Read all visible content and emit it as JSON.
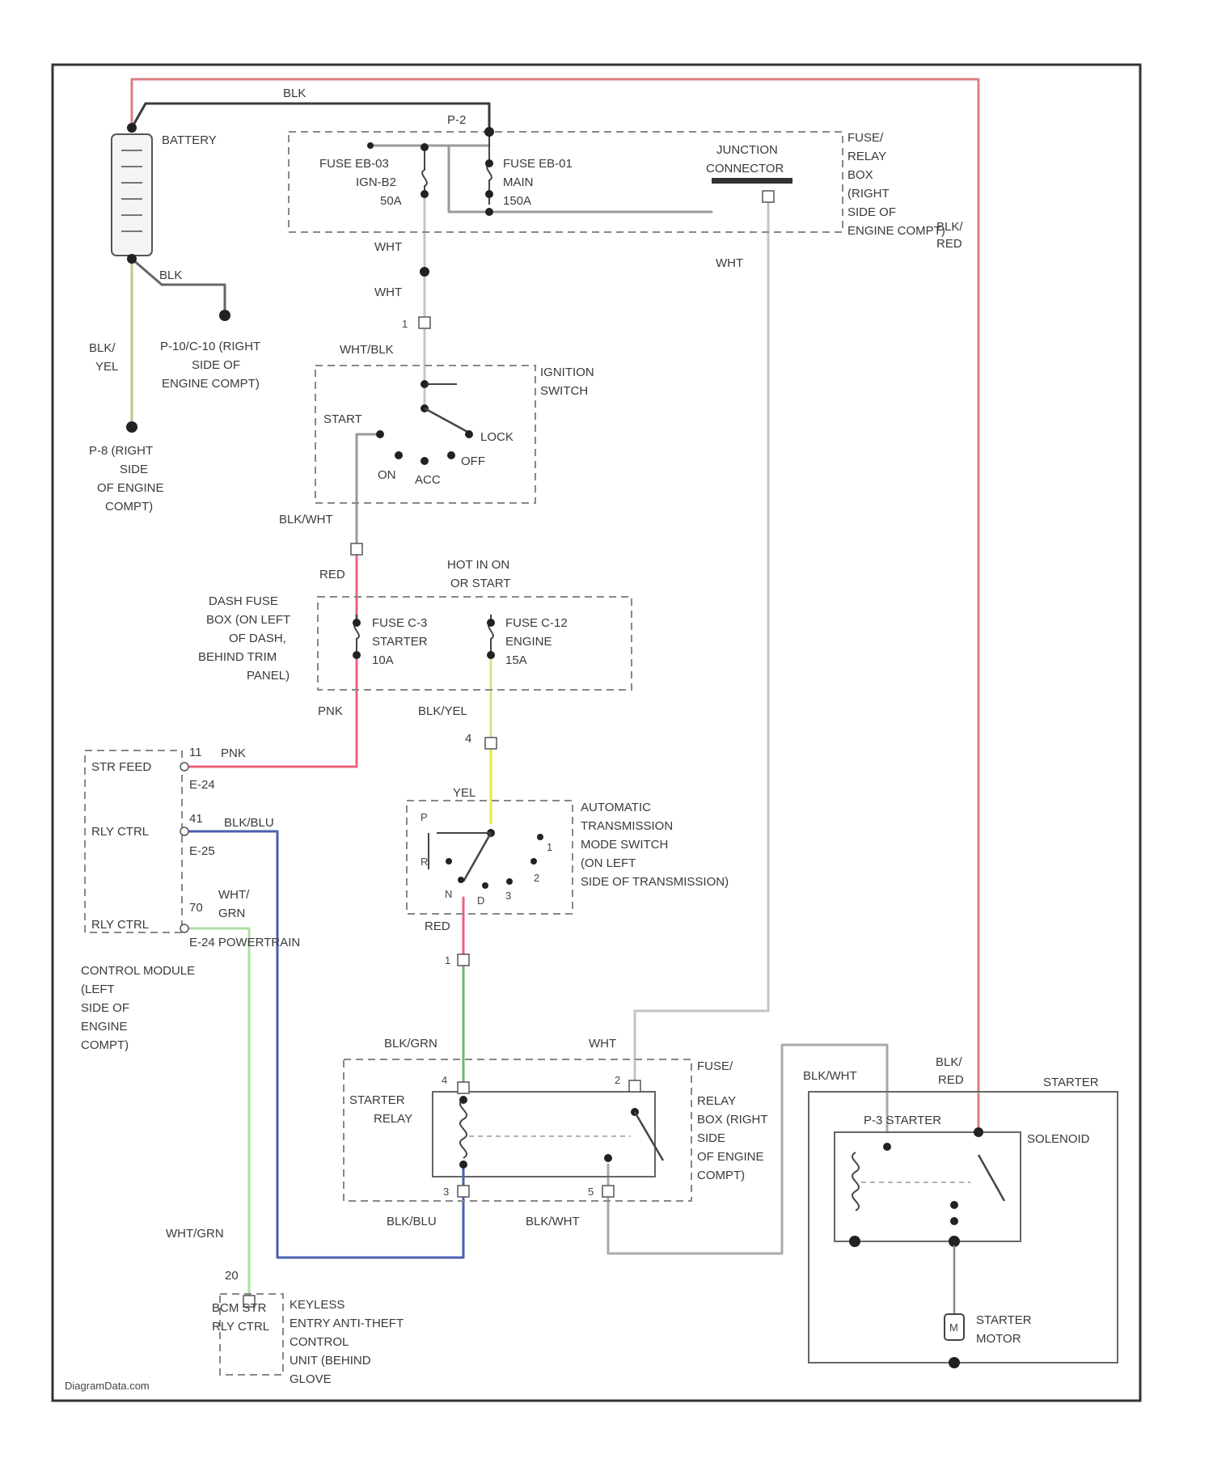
{
  "colors": {
    "red": "#d98080",
    "black": "#3a3a3a",
    "gray": "#9a9a9a",
    "light_gray": "#c4c4c4",
    "green_yellow": "#b8c98a",
    "pink": "#f0607a",
    "yellow": "#eaea3a",
    "blue": "#4a5fae",
    "green": "#6dba6d",
    "light_green": "#a9e0a0"
  },
  "labels": {
    "blk_top": "BLK",
    "p2": "P-2",
    "battery": "BATTERY",
    "fuse_eb03": [
      "FUSE EB-03",
      "IGN-B2",
      "50A"
    ],
    "fuse_eb01": [
      "FUSE EB-01",
      "MAIN",
      "150A"
    ],
    "junction": [
      "JUNCTION",
      "CONNECTOR"
    ],
    "fuse_relay_box_top": [
      "FUSE/",
      "RELAY",
      "BOX",
      "(RIGHT",
      "SIDE OF",
      "ENGINE COMPT)"
    ],
    "blk_red_top": [
      "BLK/",
      "RED"
    ],
    "wht1": "WHT",
    "wht2": "WHT",
    "wht3": "WHT",
    "blk_bat": "BLK",
    "blk_yel": [
      "BLK/",
      "YEL"
    ],
    "p10": [
      "P-10/C-10 (RIGHT",
      "SIDE OF",
      "ENGINE COMPT)"
    ],
    "p8": [
      "P-8 (RIGHT",
      "SIDE",
      "OF ENGINE",
      "COMPT)"
    ],
    "wht_blk": "WHT/BLK",
    "ign_switch": [
      "IGNITION",
      "SWITCH"
    ],
    "start": "START",
    "lock": "LOCK",
    "on": "ON",
    "acc": "ACC",
    "off": "OFF",
    "blk_wht_ign": "BLK/WHT",
    "red1": "RED",
    "hot_in": [
      "HOT IN ON",
      "OR START"
    ],
    "dash_fuse": [
      "DASH FUSE",
      "BOX (ON LEFT",
      "OF DASH,",
      "BEHIND TRIM",
      "PANEL)"
    ],
    "fuse_c3": [
      "FUSE C-3",
      "STARTER",
      "10A"
    ],
    "fuse_c12": [
      "FUSE C-12",
      "ENGINE",
      "15A"
    ],
    "pnk1": "PNK",
    "blk_yel2": "BLK/YEL",
    "pnk2": "PNK",
    "pin_4": "4",
    "yel": "YEL",
    "str_feed": "STR FEED",
    "pin_11": "11",
    "e24a": "E-24",
    "pin_41": "41",
    "rly_ctrl1": "RLY CTRL",
    "blk_blu": "BLK/BLU",
    "e25": "E-25",
    "rly_ctrl2": "RLY CTRL",
    "pin_70": "70",
    "wht_grn_a": [
      "WHT/",
      "GRN"
    ],
    "e24_pt": "E-24 POWERTRAIN",
    "pcm_loc": [
      "CONTROL MODULE",
      "(LEFT",
      "SIDE OF",
      "ENGINE",
      "COMPT)"
    ],
    "auto_trans": [
      "AUTOMATIC",
      "TRANSMISSION",
      "MODE SWITCH",
      "(ON LEFT",
      "SIDE OF TRANSMISSION)"
    ],
    "gear_p": "P",
    "gear_r": "R",
    "gear_n": "N",
    "gear_d": "D",
    "gear_3": "3",
    "gear_2": "2",
    "gear_1": "1",
    "red2": "RED",
    "blk_grn": "BLK/GRN",
    "wht4": "WHT",
    "starter_relay": [
      "STARTER",
      "RELAY"
    ],
    "fuse_relay_box_bottom": [
      "FUSE/",
      "RELAY",
      "BOX (RIGHT",
      "SIDE",
      "OF ENGINE",
      "COMPT)"
    ],
    "blk_blu2": "BLK/BLU",
    "blk_wht2": "BLK/WHT",
    "blk_wht3": "BLK/WHT",
    "blk_red2": [
      "BLK/",
      "RED"
    ],
    "starter_title": "STARTER",
    "p3_starter": "P-3 STARTER",
    "solenoid": "SOLENOID",
    "starter_motor": [
      "STARTER",
      "MOTOR"
    ],
    "wht_grn2": "WHT/GRN",
    "pin_20": "20",
    "bcm_str": [
      "BCM STR",
      "RLY CTRL"
    ],
    "keyless": [
      "KEYLESS",
      "ENTRY ANTI-THEFT",
      "CONTROL",
      "UNIT (BEHIND",
      "GLOVE"
    ],
    "watermark": "DiagramData.com"
  }
}
